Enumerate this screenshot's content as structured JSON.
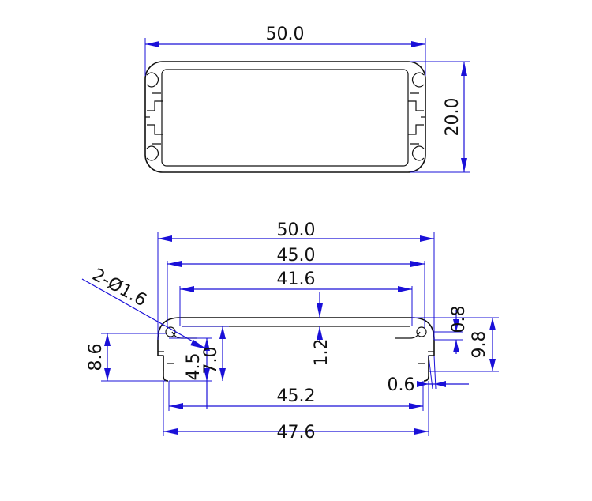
{
  "drawing": {
    "top_view": {
      "width": "50.0",
      "height": "20.0"
    },
    "section_view": {
      "overall_width": "50.0",
      "width_45_0": "45.0",
      "width_41_6": "41.6",
      "hole_callout": "2-Ø1.6",
      "thickness_1_2": "1.2",
      "gap_0_8": "0.8",
      "height_9_8": "9.8",
      "height_8_6": "8.6",
      "height_4_5": "4.5",
      "height_7_0": "7.0",
      "gap_0_6": "0.6",
      "width_45_2": "45.2",
      "width_47_6": "47.6"
    },
    "colors": {
      "dimension": "#1a10d8",
      "part": "#111111"
    }
  }
}
